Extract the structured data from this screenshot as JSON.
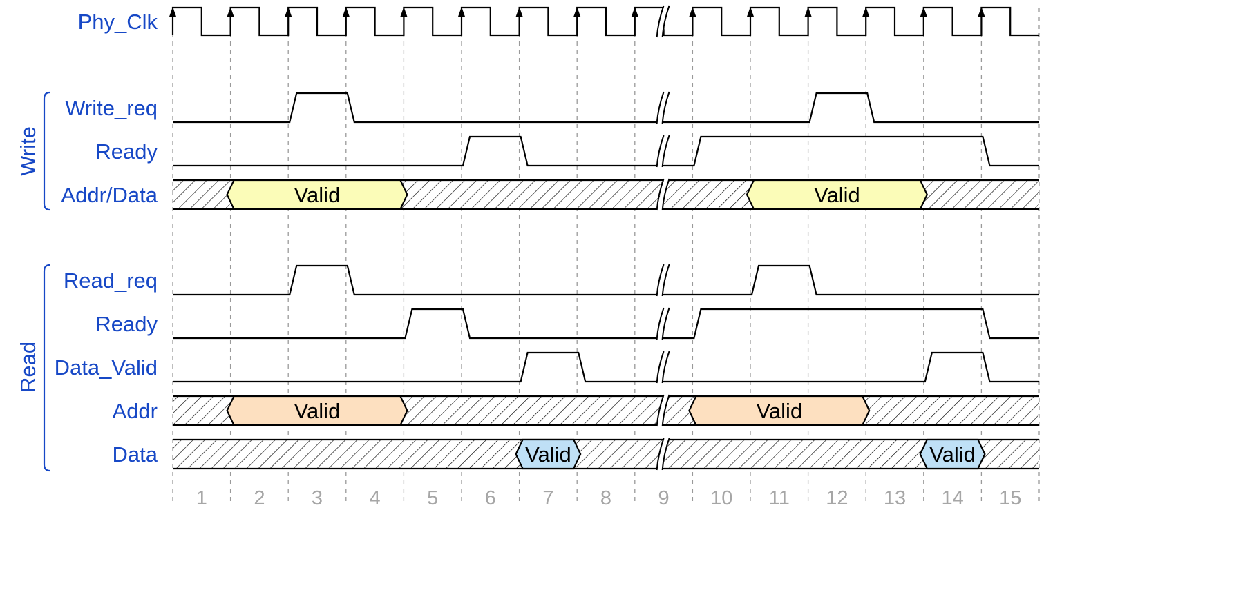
{
  "colors": {
    "signal_label": "#1748c6",
    "cycle_label": "#a6a6a6",
    "write_valid_fill": "#fbfcb8",
    "read_addr_valid_fill": "#fde0c0",
    "read_data_valid_fill": "#bfe0f6",
    "wave": "#000000"
  },
  "clock": {
    "label": "Phy_Clk"
  },
  "cycles": [
    "1",
    "2",
    "3",
    "4",
    "5",
    "6",
    "7",
    "8",
    "9",
    "10",
    "11",
    "12",
    "13",
    "14",
    "15"
  ],
  "break_cycle": 9,
  "groups": [
    {
      "id": "write",
      "label": "Write",
      "signals": [
        {
          "id": "write_req",
          "label": "Write_req",
          "kind": "bit",
          "pulses": [
            [
              2.0,
              3.0
            ],
            [
              11.0,
              12.0
            ]
          ]
        },
        {
          "id": "write_ready",
          "label": "Ready",
          "kind": "bit",
          "pulses": [
            [
              5.0,
              6.0
            ],
            [
              9.0,
              14.0
            ]
          ]
        },
        {
          "id": "write_addr_data",
          "label": "Addr/Data",
          "kind": "bus",
          "fill": "#fbfcb8",
          "valid": [
            {
              "start": 1.0,
              "end": 4.0,
              "text": "Valid"
            },
            {
              "start": 10.0,
              "end": 13.0,
              "text": "Valid"
            }
          ]
        }
      ]
    },
    {
      "id": "read",
      "label": "Read",
      "signals": [
        {
          "id": "read_req",
          "label": "Read_req",
          "kind": "bit",
          "pulses": [
            [
              2.0,
              3.0
            ],
            [
              10.0,
              11.0
            ]
          ]
        },
        {
          "id": "read_ready",
          "label": "Ready",
          "kind": "bit",
          "pulses": [
            [
              4.0,
              5.0
            ],
            [
              9.0,
              14.0
            ]
          ]
        },
        {
          "id": "read_data_valid",
          "label": "Data_Valid",
          "kind": "bit",
          "pulses": [
            [
              6.0,
              7.0
            ],
            [
              13.0,
              14.0
            ]
          ]
        },
        {
          "id": "read_addr",
          "label": "Addr",
          "kind": "bus",
          "fill": "#fde0c0",
          "valid": [
            {
              "start": 1.0,
              "end": 4.0,
              "text": "Valid"
            },
            {
              "start": 9.0,
              "end": 12.0,
              "text": "Valid"
            }
          ]
        },
        {
          "id": "read_data",
          "label": "Data",
          "kind": "bus",
          "fill": "#bfe0f6",
          "valid": [
            {
              "start": 6.0,
              "end": 7.0,
              "text": "Valid"
            },
            {
              "start": 13.0,
              "end": 14.0,
              "text": "Valid"
            }
          ]
        }
      ]
    }
  ]
}
